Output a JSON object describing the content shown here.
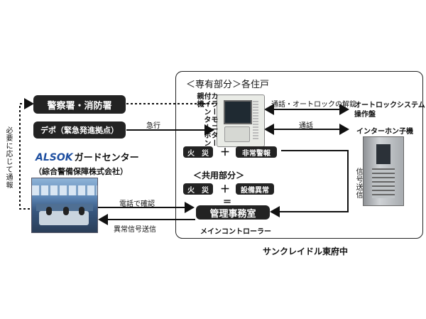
{
  "private_section": {
    "title": "＜専有部分＞各住戸",
    "monitor_label": "カラーモニター付インターホン親機"
  },
  "police_fire": "警察署・消防署",
  "depot": "デポ（緊急発進拠点）",
  "alsok": {
    "logo": "ALSOK",
    "center": "ガードセンター",
    "company": "（綜合警備保障株式会社）"
  },
  "side_note": "必要に応じて通報",
  "rush_label": "急行",
  "call_unlock_label": "通話・オートロックの解錠",
  "call_label": "通話",
  "autolock_panel": "オートロックシステム操作盤",
  "intercom_sub": "インターホン子機",
  "private_alarms": {
    "fire": "火　災",
    "plus": "＋",
    "emergency": "非常警報"
  },
  "common_section": {
    "title": "＜共用部分＞",
    "fire": "火　災",
    "plus": "＋",
    "equipment": "設備異常",
    "equals": "＝"
  },
  "signal_send": "信号送信",
  "management": "管理事務室",
  "main_controller": "メインコントローラー",
  "phone_confirm": "電話で確認",
  "abnormal_signal": "異常信号送信",
  "property": "サンクレイドル東府中"
}
